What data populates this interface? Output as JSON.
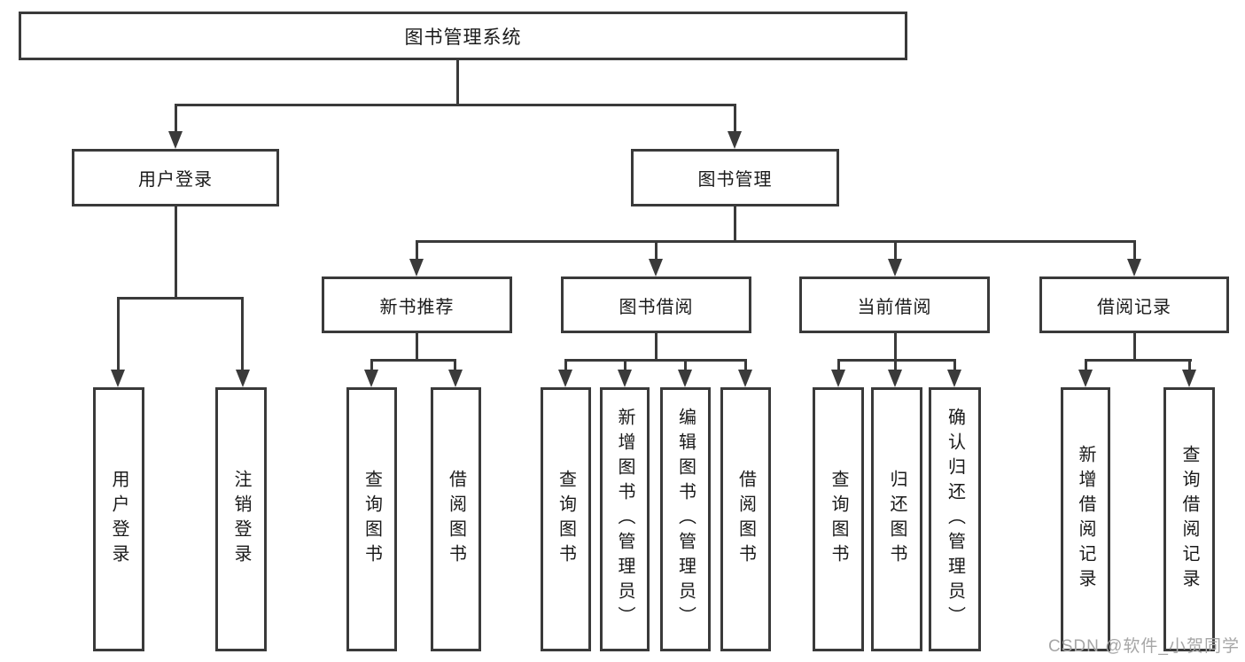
{
  "tree": {
    "label": "图书管理系统",
    "children": [
      {
        "label": "用户登录",
        "children": [
          {
            "label": "用户登录"
          },
          {
            "label": "注销登录"
          }
        ]
      },
      {
        "label": "图书管理",
        "children": [
          {
            "label": "新书推荐",
            "children": [
              {
                "label": "查询图书"
              },
              {
                "label": "借阅图书"
              }
            ]
          },
          {
            "label": "图书借阅",
            "children": [
              {
                "label": "查询图书"
              },
              {
                "label": "新增图书（管理员）"
              },
              {
                "label": "编辑图书（管理员）"
              },
              {
                "label": "借阅图书"
              }
            ]
          },
          {
            "label": "当前借阅",
            "children": [
              {
                "label": "查询图书"
              },
              {
                "label": "归还图书"
              },
              {
                "label": "确认归还（管理员）"
              }
            ]
          },
          {
            "label": "借阅记录",
            "children": [
              {
                "label": "新增借阅记录"
              },
              {
                "label": "查询借阅记录"
              }
            ]
          }
        ]
      }
    ]
  },
  "watermark": {
    "text": "CSDN @软件_小贺同学"
  },
  "colors": {
    "line": "#3a3a3a",
    "text": "#1a1a1a",
    "watermark": "#a6a6a6",
    "background": "#ffffff"
  }
}
